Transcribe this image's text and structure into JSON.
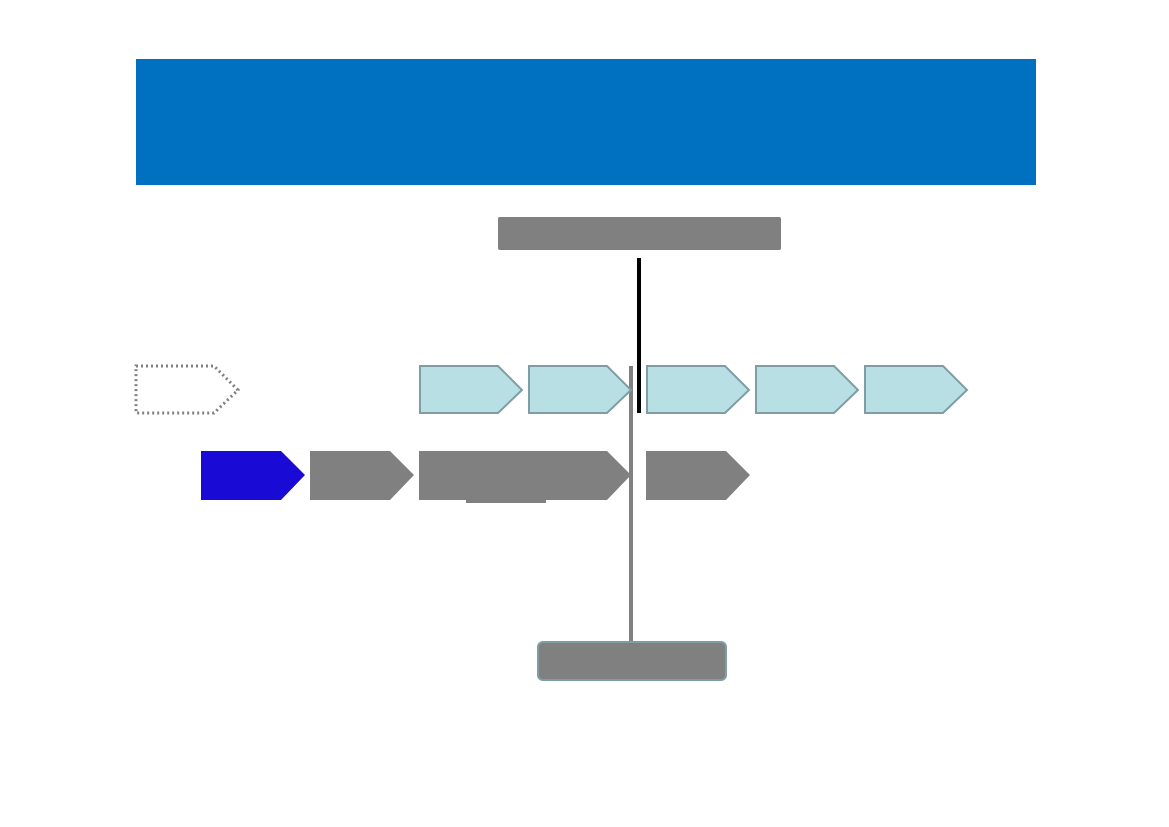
{
  "header": {
    "title": "",
    "color": "#0070c0"
  },
  "colors": {
    "gray_fill": "#808080",
    "light_teal_fill": "#b8e0e4",
    "teal_border": "#7f9da3",
    "blue_fill": "#1a0ad6",
    "dotted_border": "#808080",
    "marker_line": "#000000"
  },
  "diagram": {
    "top_label_box": {
      "text": ""
    },
    "bottom_label_box": {
      "text": ""
    },
    "dotted_arrow": {
      "text": ""
    },
    "top_row_chevrons": [
      {
        "text": ""
      },
      {
        "text": ""
      },
      {
        "text": ""
      },
      {
        "text": ""
      },
      {
        "text": ""
      }
    ],
    "bottom_row_chevrons": [
      {
        "text": "",
        "style": "blue"
      },
      {
        "text": "",
        "style": "gray"
      },
      {
        "text": "",
        "style": "gray-wide"
      },
      {
        "text": "",
        "style": "gray"
      }
    ]
  }
}
